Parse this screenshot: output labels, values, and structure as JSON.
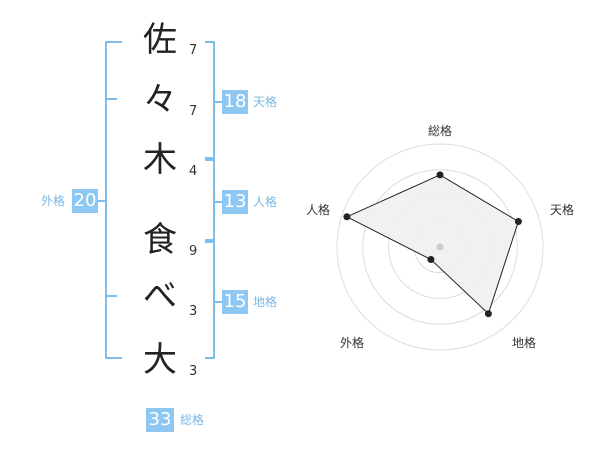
{
  "name": {
    "chars": [
      {
        "char": "佐",
        "strokes": "7"
      },
      {
        "char": "々",
        "strokes": "7"
      },
      {
        "char": "木",
        "strokes": "4"
      },
      {
        "char": "食",
        "strokes": "9"
      },
      {
        "char": "べ",
        "strokes": "3"
      },
      {
        "char": "大",
        "strokes": "3"
      }
    ]
  },
  "kakusu": {
    "tenkaku": {
      "value": "18",
      "label": "天格"
    },
    "jinkaku": {
      "value": "13",
      "label": "人格"
    },
    "chikaku": {
      "value": "15",
      "label": "地格"
    },
    "gaikaku": {
      "value": "20",
      "label": "外格"
    },
    "soukaku": {
      "value": "33",
      "label": "総格"
    }
  },
  "colors": {
    "accent": "#8ec8f2",
    "bracket": "#7fbfee",
    "radar_fill": "#eeeeee"
  },
  "chart_data": {
    "type": "radar",
    "axes": [
      "総格",
      "天格",
      "地格",
      "外格",
      "人格"
    ],
    "values": [
      0.7,
      0.8,
      0.8,
      0.15,
      0.95
    ],
    "max": 1,
    "rings": 4
  }
}
